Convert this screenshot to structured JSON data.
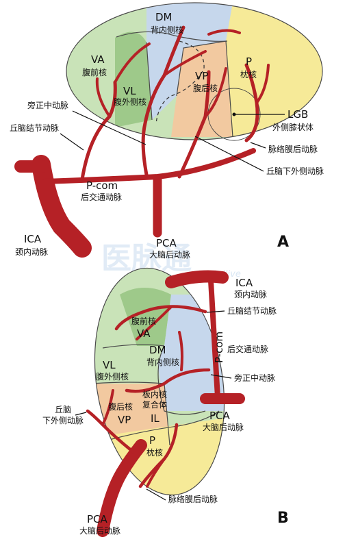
{
  "figure_a": {
    "panel_label": "A",
    "nuclei": {
      "dm": {
        "abbr": "DM",
        "name": "背内侧核"
      },
      "va": {
        "abbr": "VA",
        "name": "腹前核"
      },
      "vl": {
        "abbr": "VL",
        "name": "腹外侧核"
      },
      "vp": {
        "abbr": "VP",
        "name": "腹后核"
      },
      "p": {
        "abbr": "P",
        "name": "枕核"
      },
      "lgb": {
        "abbr": "LGB",
        "name": "外侧膝状体"
      }
    },
    "arteries": {
      "paramedian": "旁正中动脉",
      "thalamotuberal": "丘脑结节动脉",
      "post_choroidal": "脉络膜后动脉",
      "inferolateral": "丘脑下外侧动脉",
      "pcom_abbr": "P-com",
      "pcom_name": "后交通动脉",
      "ica_abbr": "ICA",
      "ica_name": "颈内动脉",
      "pca_abbr": "PCA",
      "pca_name": "大脑后动脉"
    }
  },
  "figure_b": {
    "panel_label": "B",
    "nuclei": {
      "va": {
        "abbr": "VA",
        "name": "腹前核"
      },
      "dm": {
        "abbr": "DM",
        "name": "背内侧核"
      },
      "vl": {
        "abbr": "VL",
        "name": "腹外侧核"
      },
      "il": {
        "abbr": "IL",
        "name_line1": "板内核",
        "name_line2": "复合体"
      },
      "vp": {
        "abbr": "VP",
        "name": "腹后核"
      },
      "p": {
        "abbr": "P",
        "name": "枕核"
      }
    },
    "arteries": {
      "ica_abbr": "ICA",
      "ica_name": "颈内动脉",
      "thalamotuberal": "丘脑结节动脉",
      "pcom_abbr": "P-com",
      "pcom_name": "后交通动脉",
      "paramedian": "旁正中动脉",
      "inferolateral_line1": "丘脑",
      "inferolateral_line2": "下外侧动脉",
      "pca_right_abbr": "PCA",
      "pca_right_name": "大脑后动脉",
      "post_choroidal": "脉络膜后动脉",
      "pca_bottom_abbr": "PCA",
      "pca_bottom_name": "大脑后动脉"
    }
  },
  "watermark": {
    "text": "医脉通",
    "sub": "medlive"
  },
  "colors": {
    "artery": "#b52126",
    "va_green": "#9ec98a",
    "dm_blue": "#c6d7ec",
    "vp_orange": "#f2c9a0",
    "p_yellow": "#f6ea98",
    "lateral_green": "#c9e3b8"
  }
}
